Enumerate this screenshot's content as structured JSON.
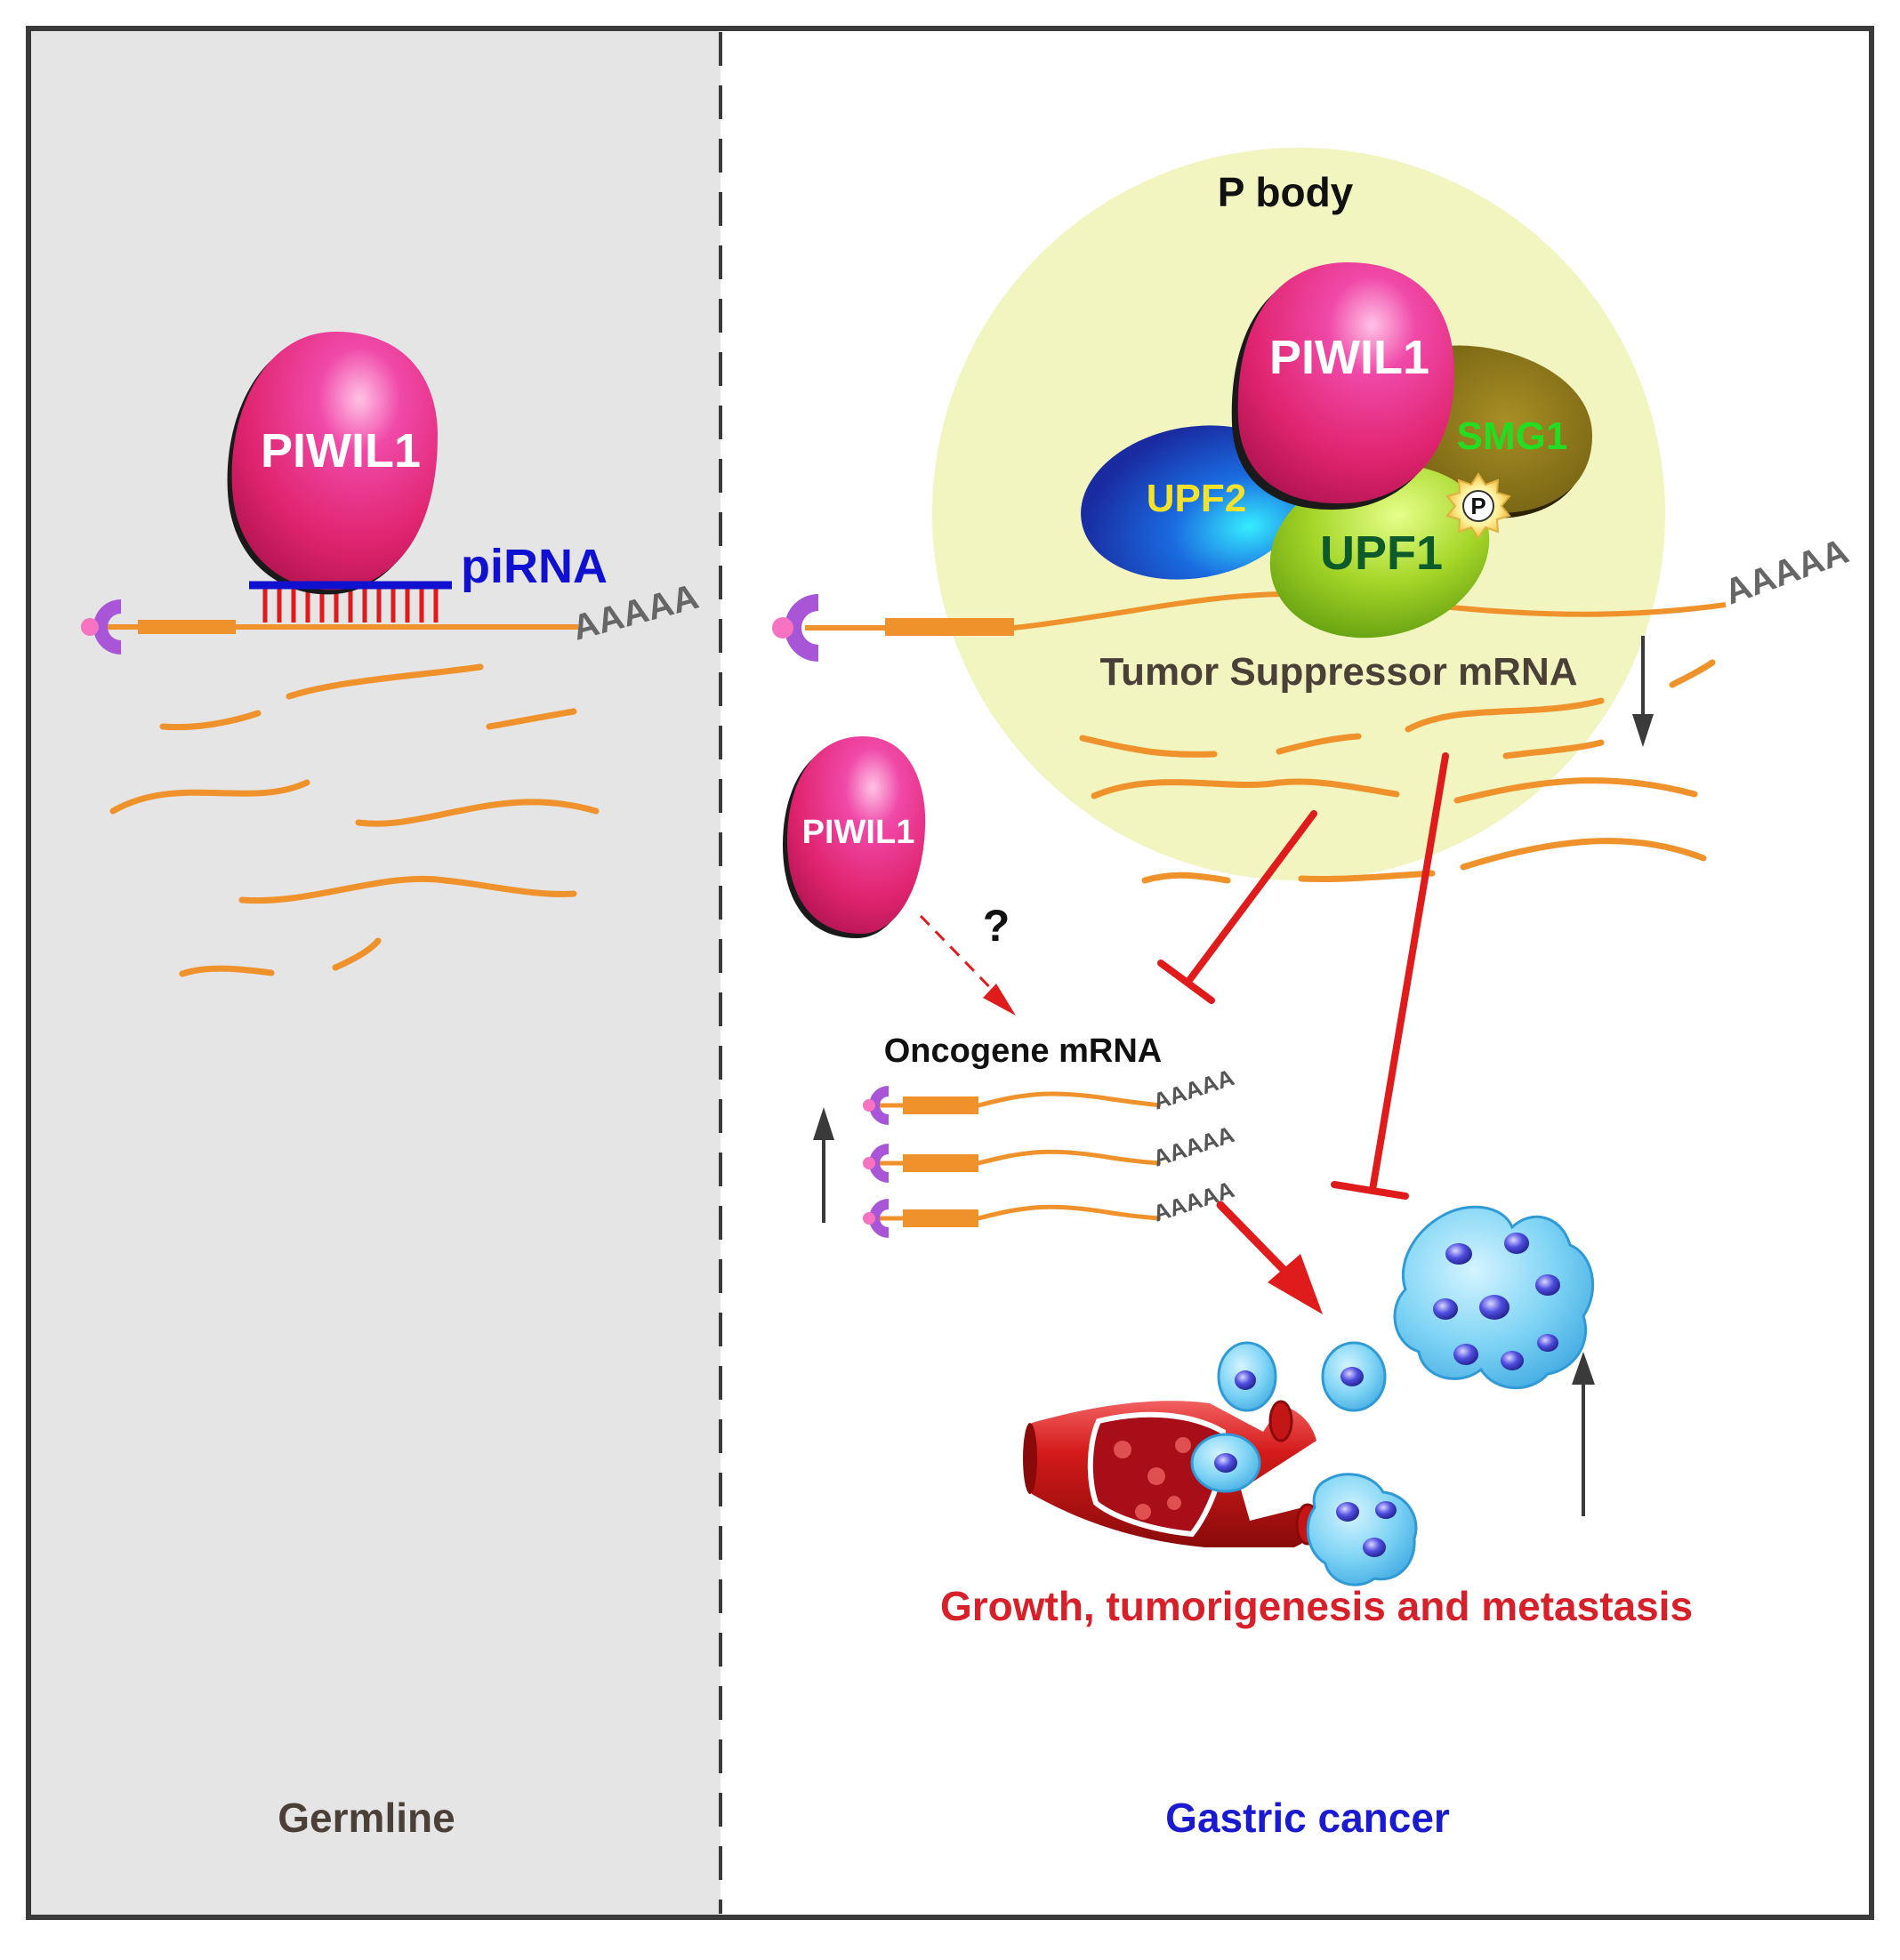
{
  "panels": {
    "left": {
      "label": "Germline"
    },
    "right": {
      "label": "Gastric cancer"
    }
  },
  "germline": {
    "protein": "PIWIL1",
    "small_rna": "piRNA",
    "polyA": "AAAAA"
  },
  "pbody": {
    "title": "P body",
    "piwil1": "PIWIL1",
    "smg1": "SMG1",
    "upf2": "UPF2",
    "upf1": "UPF1",
    "phospho": "P",
    "polyA": "AAAAA",
    "mrna_label": "Tumor Suppressor mRNA"
  },
  "cytoplasm": {
    "free_piwil1": "PIWIL1",
    "question": "?",
    "oncogene_label": "Oncogene mRNA",
    "oncogene_polyA": [
      "AAAAA",
      "AAAAA",
      "AAAAA"
    ],
    "outcome": "Growth, tumorigenesis and metastasis"
  },
  "colors": {
    "piwil1": "#e8277a",
    "mrna": "#f0922b",
    "cap": "#a855d8",
    "inhibit": "#e01b1b",
    "pbody": "#f2f5c0",
    "germline_bg": "#e5e5e5",
    "pirna": "#1010d0",
    "smg1_text": "#22dd22",
    "upf2_text": "#f5e22a",
    "upf1_text": "#0d5a2a",
    "cancer_label": "#1a1ad0",
    "germline_label": "#4a4038",
    "outcome_text": "#d8202a"
  }
}
